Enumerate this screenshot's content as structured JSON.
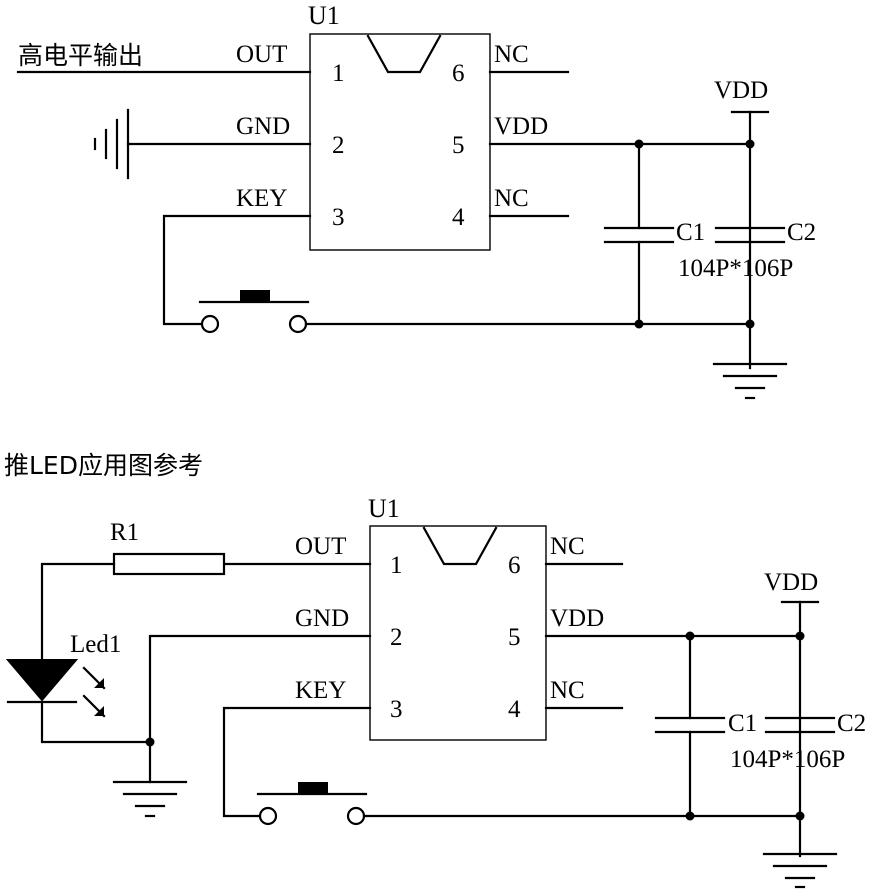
{
  "circuit_top": {
    "output_note": "高电平输出",
    "chip": {
      "ref": "U1",
      "pins_left": [
        {
          "num": "1",
          "name": "OUT"
        },
        {
          "num": "2",
          "name": "GND"
        },
        {
          "num": "3",
          "name": "KEY"
        }
      ],
      "pins_right": [
        {
          "num": "6",
          "name": "NC"
        },
        {
          "num": "5",
          "name": "VDD"
        },
        {
          "num": "4",
          "name": "NC"
        }
      ]
    },
    "supply": "VDD",
    "cap1": "C1",
    "cap2": "C2",
    "cap_values": "104P*106P"
  },
  "section_title": "推LED应用图参考",
  "circuit_bottom": {
    "resistor": "R1",
    "led": "Led1",
    "chip": {
      "ref": "U1",
      "pins_left": [
        {
          "num": "1",
          "name": "OUT"
        },
        {
          "num": "2",
          "name": "GND"
        },
        {
          "num": "3",
          "name": "KEY"
        }
      ],
      "pins_right": [
        {
          "num": "6",
          "name": "NC"
        },
        {
          "num": "5",
          "name": "VDD"
        },
        {
          "num": "4",
          "name": "NC"
        }
      ]
    },
    "supply": "VDD",
    "cap1": "C1",
    "cap2": "C2",
    "cap_values": "104P*106P"
  }
}
